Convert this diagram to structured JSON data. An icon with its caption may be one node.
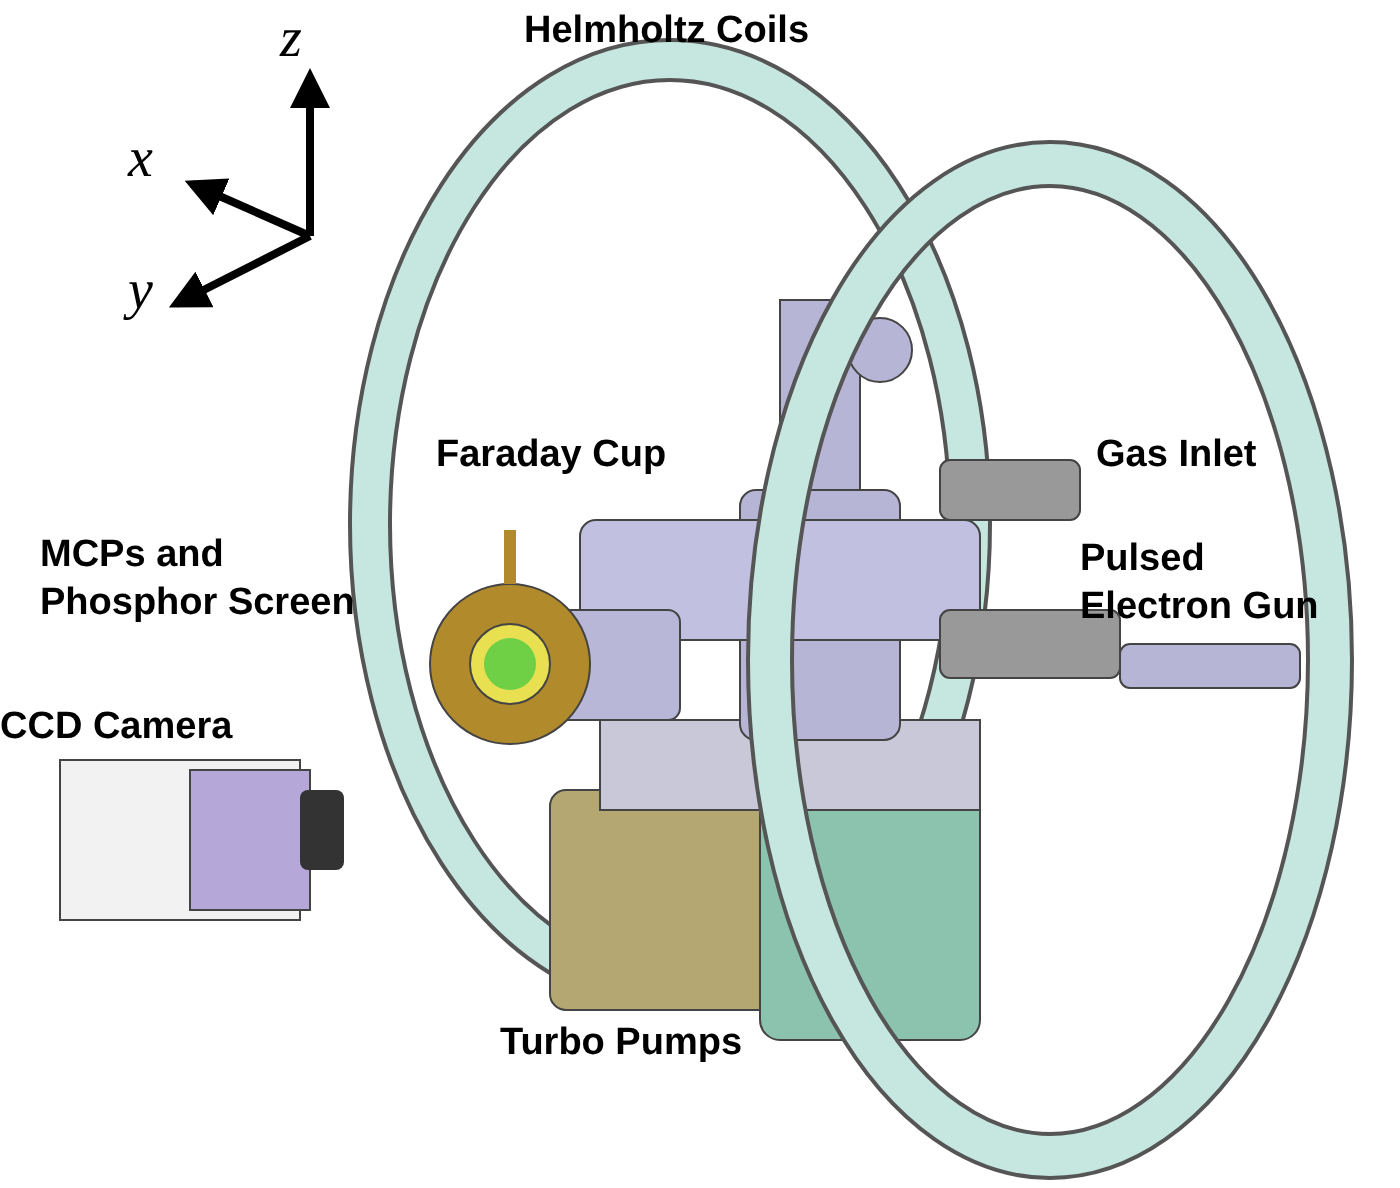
{
  "diagram": {
    "labels": [
      "Helmholtz Coils",
      "z",
      "x",
      "y",
      "Faraday Cup",
      "Gas Inlet",
      "MCPs and Phosphor Screen",
      "Pulsed Electron Gun",
      "CCD Camera",
      "Turbo Pumps"
    ]
  }
}
